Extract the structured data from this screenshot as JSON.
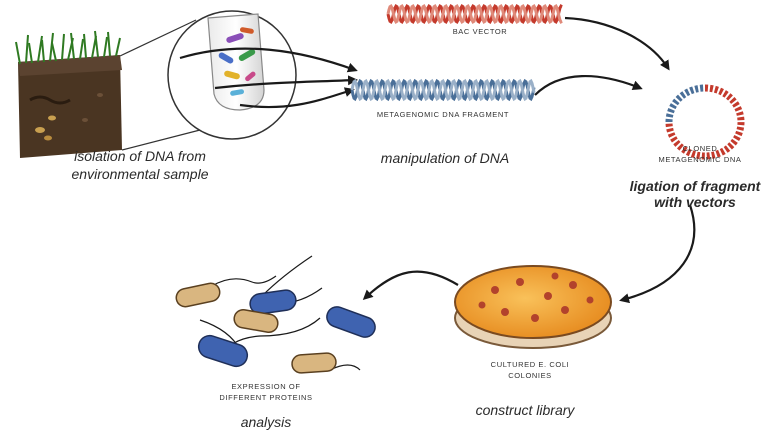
{
  "labels": {
    "bac_vector": "BAC VECTOR",
    "metagenomic_fragment": "METAGENOMIC DNA FRAGMENT",
    "cloned_line1": "CLONED",
    "cloned_line2": "METAGENOMIC DNA",
    "isolation_line1": "isolation of DNA from",
    "isolation_line2": "environmental sample",
    "manipulation": "manipulation of DNA",
    "ligation_line1": "ligation of fragment",
    "ligation_line2": "with vectors",
    "cultured_line1": "CULTURED E. COLI",
    "cultured_line2": "COLONIES",
    "construct_library": "construct library",
    "expression_line1": "EXPRESSION OF",
    "expression_line2": "DIFFERENT PROTEINS",
    "analysis": "analysis"
  },
  "colors": {
    "bac_dna": "#c43a2c",
    "fragment_dna": "#4a6f98",
    "petri_agar": "#f2a640",
    "colony": "#b2422c",
    "bacteria_tan": "#d9b680",
    "bacteria_blue": "#3f63b0",
    "soil": "#4a3522",
    "grass": "#2f7a22",
    "arrow": "#1a1a1a"
  }
}
